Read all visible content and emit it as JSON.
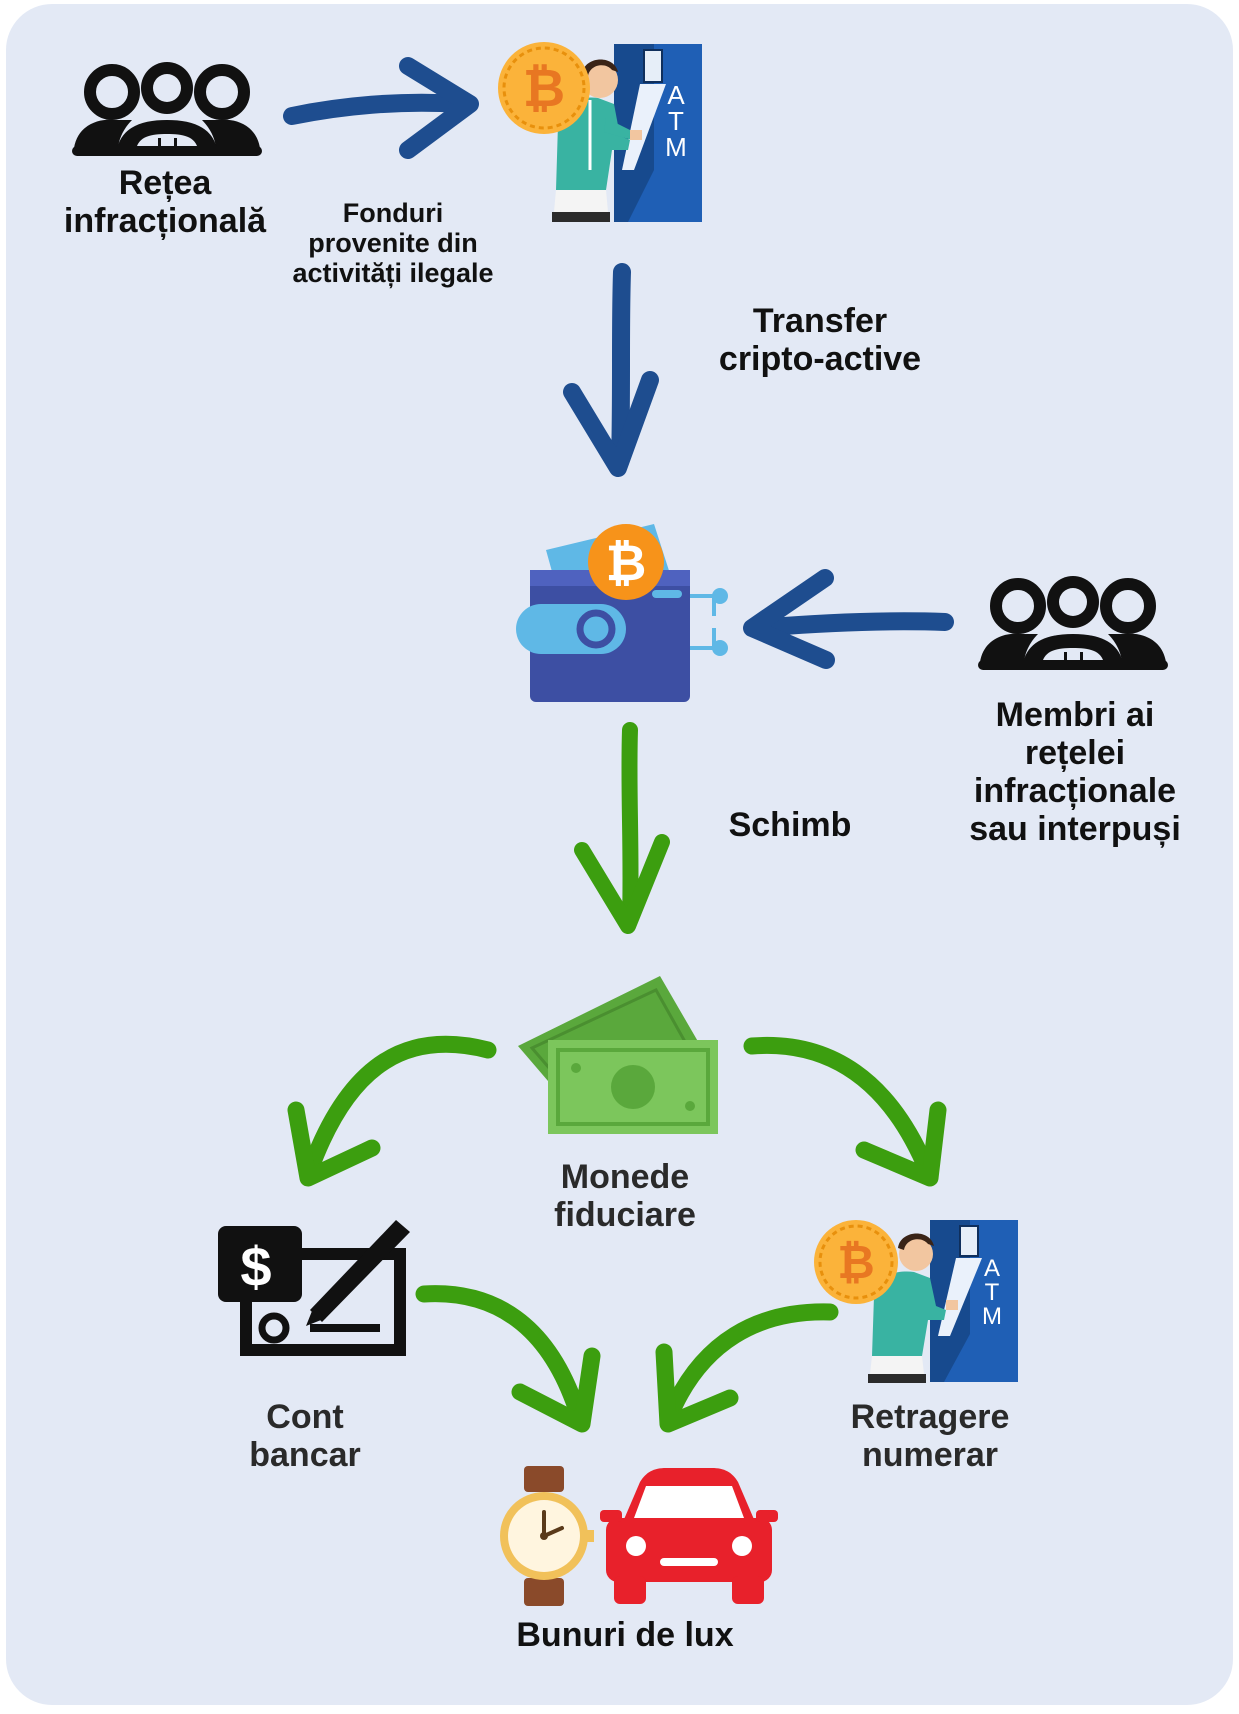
{
  "background_color": "#e3e9f5",
  "colors": {
    "arrow_blue": "#1e4d8f",
    "arrow_green": "#3c9e0f",
    "bitcoin_orange": "#f7931a",
    "atm_blue": "#1f5fb5",
    "wallet_blue": "#3d4fa3",
    "cash_green": "#7cc65c",
    "car_red": "#e8212b"
  },
  "nodes": {
    "criminal_network": {
      "icon": "group-of-people-icon",
      "lines": [
        "Rețea",
        "infracțională"
      ]
    },
    "illegal_funds": {
      "lines": [
        "Fonduri",
        "provenite din",
        "activități ilegale"
      ]
    },
    "crypto_atm_top": {
      "icon": "crypto-atm-icon",
      "atm_text": "ATM"
    },
    "transfer": {
      "lines": [
        "Transfer",
        "cripto-active"
      ]
    },
    "crypto_wallet": {
      "icon": "bitcoin-wallet-icon"
    },
    "network_members": {
      "icon": "group-of-people-icon",
      "lines": [
        "Membri ai",
        "rețelei",
        "infracționale",
        "sau interpuși"
      ]
    },
    "exchange": {
      "lines": [
        "Schimb"
      ]
    },
    "fiat_money": {
      "icon": "banknotes-icon",
      "lines": [
        "Monede",
        "fiduciare"
      ]
    },
    "bank_account": {
      "icon": "bank-cheque-icon",
      "lines": [
        "Cont",
        "bancar"
      ]
    },
    "cash_withdrawal": {
      "icon": "crypto-atm-icon",
      "atm_text": "ATM",
      "lines": [
        "Retragere",
        "numerar"
      ]
    },
    "luxury_goods": {
      "icons": [
        "wristwatch-icon",
        "car-icon"
      ],
      "lines": [
        "Bunuri de lux"
      ]
    }
  }
}
